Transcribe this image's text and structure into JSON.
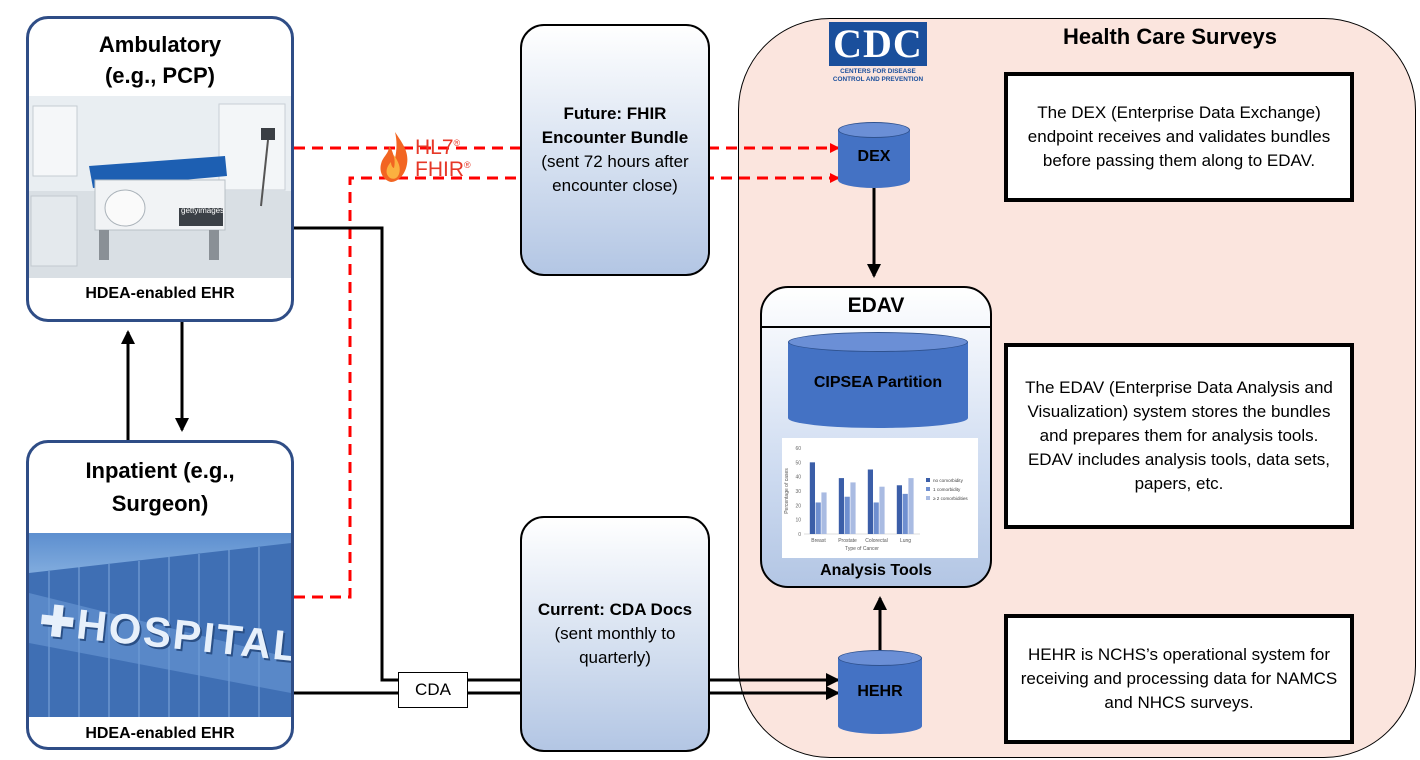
{
  "region": {
    "title": "Health Care Surveys"
  },
  "cdc_logo": {
    "letters": "CDC",
    "tagline": "CENTERS FOR DISEASE CONTROL AND PREVENTION"
  },
  "ambulatory": {
    "title_line1": "Ambulatory",
    "title_line2": "(e.g., PCP)",
    "footer": "HDEA-enabled EHR",
    "photo_watermark": "gettyimages"
  },
  "inpatient": {
    "title_line1": "Inpatient (e.g.,",
    "title_line2": "Surgeon)",
    "footer": "HDEA-enabled EHR",
    "sign": "HOSPITAL"
  },
  "fhir_box": {
    "bold": "Future: FHIR Encounter Bundle",
    "rest": " (sent 72 hours after encounter close)"
  },
  "cda_box": {
    "bold": "Current: CDA Docs",
    "rest": " (sent monthly to quarterly)"
  },
  "hl7_logo": {
    "line1": "HL7",
    "line2": "FHIR"
  },
  "cda_label": "CDA",
  "dex": {
    "label": "DEX"
  },
  "hehr": {
    "label": "HEHR"
  },
  "edav": {
    "title": "EDAV",
    "partition_label": "CIPSEA Partition",
    "footer": "Analysis Tools"
  },
  "notes": {
    "dex": "The DEX (Enterprise Data Exchange) endpoint receives and validates bundles before passing them along to EDAV.",
    "edav": "The EDAV (Enterprise Data Analysis and Visualization) system stores the bundles and prepares them for analysis tools. EDAV includes analysis tools, data sets, papers, etc.",
    "hehr": "HEHR is NCHS’s operational system for receiving and processing data for NAMCS and NHCS surveys."
  },
  "colors": {
    "fhir_flow": "#ff0000",
    "provider_border": "#2f4d86",
    "cylinder": "#4472c4",
    "region_fill": "#fbe5de"
  },
  "chart_data": {
    "type": "bar",
    "categories": [
      "Breast",
      "Prostate",
      "Colorectal",
      "Lung"
    ],
    "series": [
      {
        "name": "no comorbidity",
        "values": [
          50,
          39,
          45,
          34
        ]
      },
      {
        "name": "1 comorbidity",
        "values": [
          22,
          26,
          22,
          28
        ]
      },
      {
        "name": "≥ 2 comorbidities",
        "values": [
          29,
          36,
          33,
          39
        ]
      }
    ],
    "ylabel": "Percentage of cases",
    "xlabel": "Type of Cancer",
    "ylim": [
      0,
      60
    ]
  }
}
